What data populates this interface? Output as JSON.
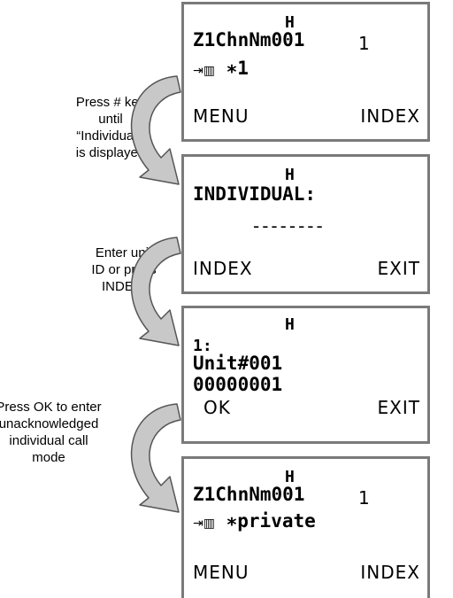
{
  "screens": [
    {
      "header": "H",
      "lines": [
        "Z1ChnNm001",
        "1"
      ],
      "status_icons": "⇥▥",
      "status_text": "∗1",
      "left_softkey": "MENU",
      "right_softkey": "INDEX"
    },
    {
      "header": "H",
      "prompt": "INDIVIDUAL:",
      "input": "--------",
      "left_softkey": "INDEX",
      "right_softkey": "EXIT"
    },
    {
      "header": "H",
      "index": "1:",
      "unit_name": "Unit#001",
      "unit_id": "00000001",
      "left_softkey": "OK",
      "right_softkey": "EXIT"
    },
    {
      "header": "H",
      "lines": [
        "Z1ChnNm001",
        "1"
      ],
      "status_icons": "⇥▥",
      "status_text": "∗private",
      "left_softkey": "MENU",
      "right_softkey": "INDEX"
    }
  ],
  "captions": [
    "Press # key\nuntil\n“Individual:”\nis displayed",
    "Enter unit\nID or press\nINDEX.",
    "Press OK to enter\nunacknowledged\nindividual call\nmode"
  ],
  "colors": {
    "arrow_fill": "#c8c8c8",
    "arrow_stroke": "#555555",
    "border": "#7a7a7a"
  }
}
